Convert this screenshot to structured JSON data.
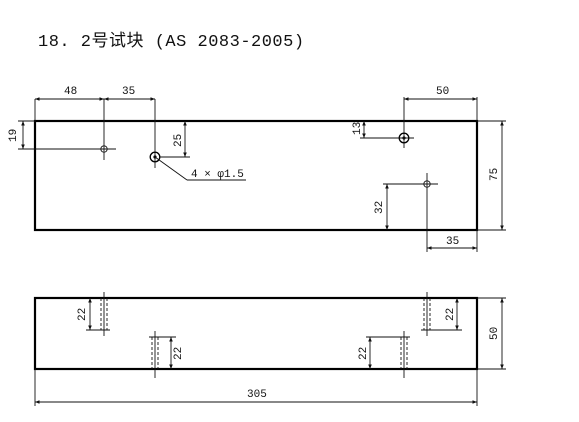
{
  "title": "18. 2号试块 (AS 2083-2005)",
  "top_view": {
    "dims": {
      "d48": "48",
      "d35_top": "35",
      "d50_top": "50",
      "d19": "19",
      "d25": "25",
      "d13": "13",
      "d75": "75",
      "d32": "32",
      "d35_bottom": "35"
    },
    "hole_note": "4 × φ1.5"
  },
  "side_view": {
    "dims": {
      "d22_a": "22",
      "d22_b": "22",
      "d22_c": "22",
      "d22_d": "22",
      "d50": "50",
      "d305": "305"
    }
  },
  "colors": {
    "line": "#000000",
    "background": "#ffffff"
  }
}
